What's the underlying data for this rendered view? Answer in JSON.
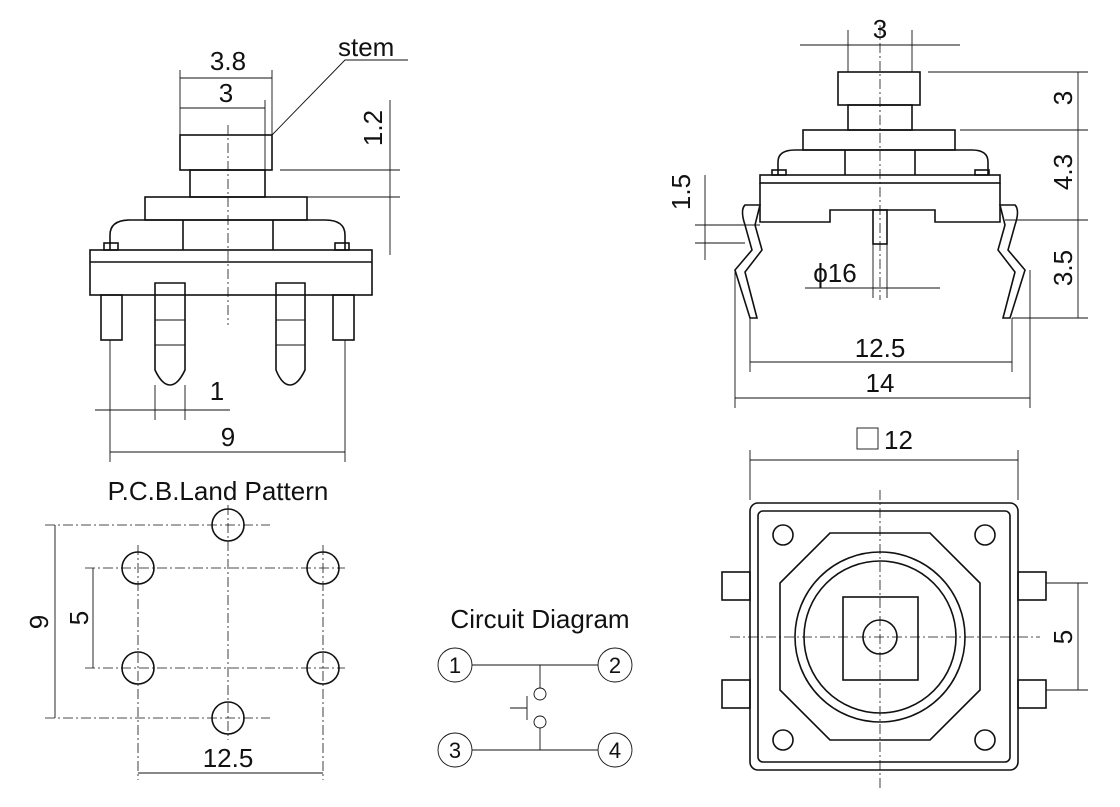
{
  "side_view": {
    "dim_stem_outer": "3.8",
    "dim_stem_inner": "3",
    "stem_label": "stem",
    "dim_stem_height": "1.2",
    "dim_pin_width": "1",
    "dim_pin_span": "9"
  },
  "front_view": {
    "dim_stem": "3",
    "dim_stem_height": "3",
    "dim_body_height": "4.3",
    "dim_leg_height": "3.5",
    "dim_offset": "1.5",
    "dim_diameter": "ϕ16",
    "dim_inner_span": "12.5",
    "dim_outer_span": "14"
  },
  "top_view": {
    "dim_size": "12",
    "dim_pin_pitch": "5"
  },
  "pcb": {
    "title": "P.C.B.Land Pattern",
    "dim_height": "9",
    "dim_pitch": "5",
    "dim_width": "12.5"
  },
  "circuit": {
    "title": "Circuit Diagram",
    "pins": [
      "1",
      "2",
      "3",
      "4"
    ]
  }
}
